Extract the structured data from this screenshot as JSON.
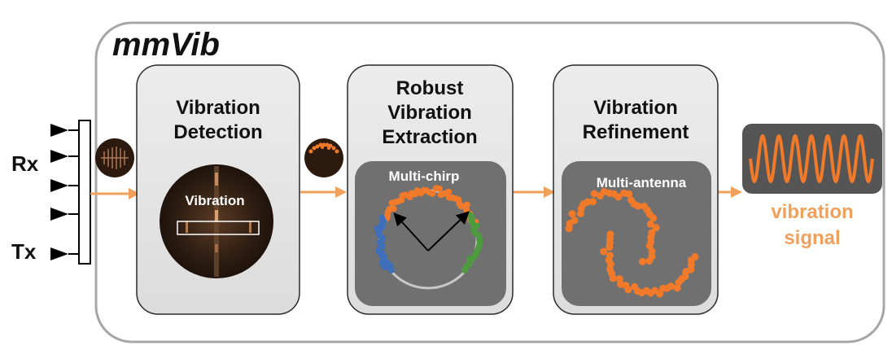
{
  "system": {
    "title": "mmVib"
  },
  "antenna": {
    "rx_label": "Rx",
    "tx_label": "Tx"
  },
  "stages": {
    "detection": {
      "title_line1": "Vibration",
      "title_line2": "Detection",
      "inset_label": "Vibration"
    },
    "extraction": {
      "title_line1": "Robust",
      "title_line2": "Vibration",
      "title_line3": "Extraction",
      "inset_label": "Multi-chirp"
    },
    "refinement": {
      "title_line1": "Vibration",
      "title_line2": "Refinement",
      "inset_label": "Multi-antenna"
    }
  },
  "output": {
    "label_line1": "vibration",
    "label_line2": "signal"
  },
  "colors": {
    "accent_orange": "#f0a05a",
    "point_orange": "#f07a2a",
    "point_blue": "#3f6fb8",
    "point_green": "#4e9a3f",
    "panel_bg": "#e6e6e6",
    "inset_bg": "#707070",
    "frame_border": "#a6a6a6",
    "signal_bg": "#555555"
  }
}
